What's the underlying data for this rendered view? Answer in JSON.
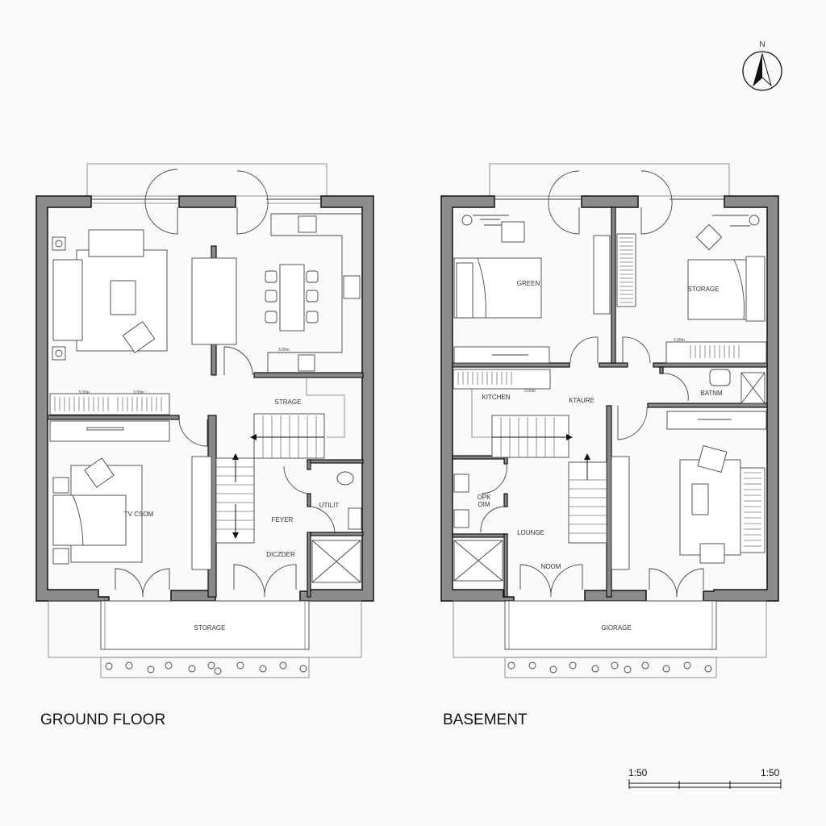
{
  "north_label": "N",
  "ground_floor": {
    "title": "GROUND FLOOR",
    "rooms": {
      "storage_top": "STRAGE",
      "bedroom": "TV CSOM",
      "foyer": "FEYER",
      "utility": "UTILIT",
      "entry": "DICZDER",
      "terrace": "STORAGE"
    },
    "dimensions": [
      "3.00m",
      "3.00m",
      "3.00m"
    ]
  },
  "basement": {
    "title": "BASEMENT",
    "rooms": {
      "bedroom_left": "GREEN",
      "bedroom_right": "STORAGE",
      "kitchen": "KITCHEN",
      "hall": "KTAURE",
      "bath": "BATNM",
      "wc_line1": "OPK",
      "wc_line2": "OIM",
      "lounge": "LOUNGE",
      "entry": "NOOM",
      "terrace": "GIORAGE"
    },
    "dimensions": [
      "3.00m",
      "3.00m"
    ]
  },
  "scale_bar": {
    "left_label": "1:50",
    "right_label": "1:50"
  },
  "colors": {
    "wall_fill": "#8c8c8c",
    "line": "#444444",
    "background": "#fafafa"
  }
}
